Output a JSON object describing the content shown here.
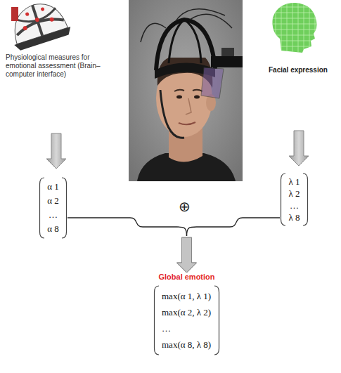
{
  "diagram": {
    "nodes": [
      {
        "text": [
          "α 1",
          "α 2",
          "…",
          "α 8"
        ]
      },
      {
        "text": [
          "λ 1",
          "λ 2",
          "…",
          "λ 8"
        ]
      },
      {
        "text": [
          "Global emotion",
          "max(α 1, λ 1)",
          "max(α 2, λ 2)",
          "…",
          "max(α 8, λ 8)"
        ]
      }
    ],
    "edges": [
      {
        "from": 0,
        "to": 2,
        "arrow": "to"
      },
      {
        "from": 1,
        "to": 2,
        "arrow": "to"
      }
    ],
    "labels": [
      "Physiological measures for emotional assessment (Brain–computer interface)",
      "Facial expression",
      "⊕"
    ]
  }
}
